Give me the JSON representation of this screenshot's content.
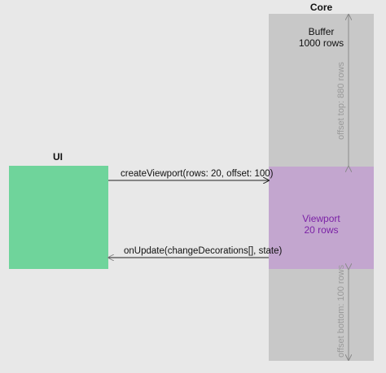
{
  "core": {
    "title": "Core"
  },
  "buffer": {
    "line1": "Buffer",
    "line2": "1000 rows"
  },
  "viewport": {
    "line1": "Viewport",
    "line2": "20 rows"
  },
  "ui": {
    "title": "UI"
  },
  "messages": {
    "create": "createViewport(rows: 20, offset: 100)",
    "update": "onUpdate(changeDecorations[], state)"
  },
  "offsets": {
    "top": "offset top: 880 rows",
    "bottom": "offset bottom: 100 rows"
  },
  "colors": {
    "ui_box": "#6fd49b",
    "viewport_box": "#c3a6cf",
    "viewport_text": "#7b22a6",
    "buffer_box": "#c8c8c8",
    "background": "#e8e8e8"
  }
}
